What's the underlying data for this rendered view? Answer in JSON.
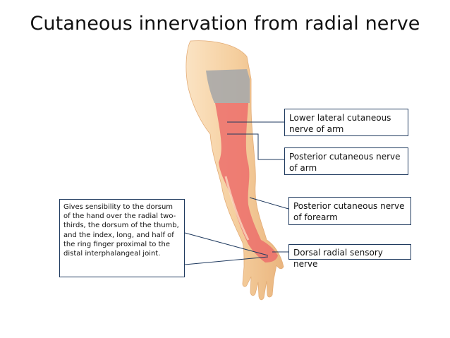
{
  "title": "Cutaneous innervation from radial nerve",
  "labels": {
    "lower_lateral": "Lower lateral cutaneous nerve of arm",
    "posterior_arm": "Posterior cutaneous nerve of arm",
    "posterior_forearm": "Posterior cutaneous nerve of forearm",
    "dorsal_radial": "Dorsal radial sensory nerve"
  },
  "description": "Gives sensibility to the dorsum of the hand over the radial two-thirds, the dorsum of the thumb, and the index, long, and half of the ring finger proximal to the distal interphalangeal joint.",
  "colors": {
    "skin": "#f3c896",
    "skin_light": "#fbe3c3",
    "radial_zone": "#ec6f6b",
    "shoulder_zone": "#a8a8a8",
    "box_border": "#1f3a5f",
    "leader_line": "#1f3a5f"
  }
}
